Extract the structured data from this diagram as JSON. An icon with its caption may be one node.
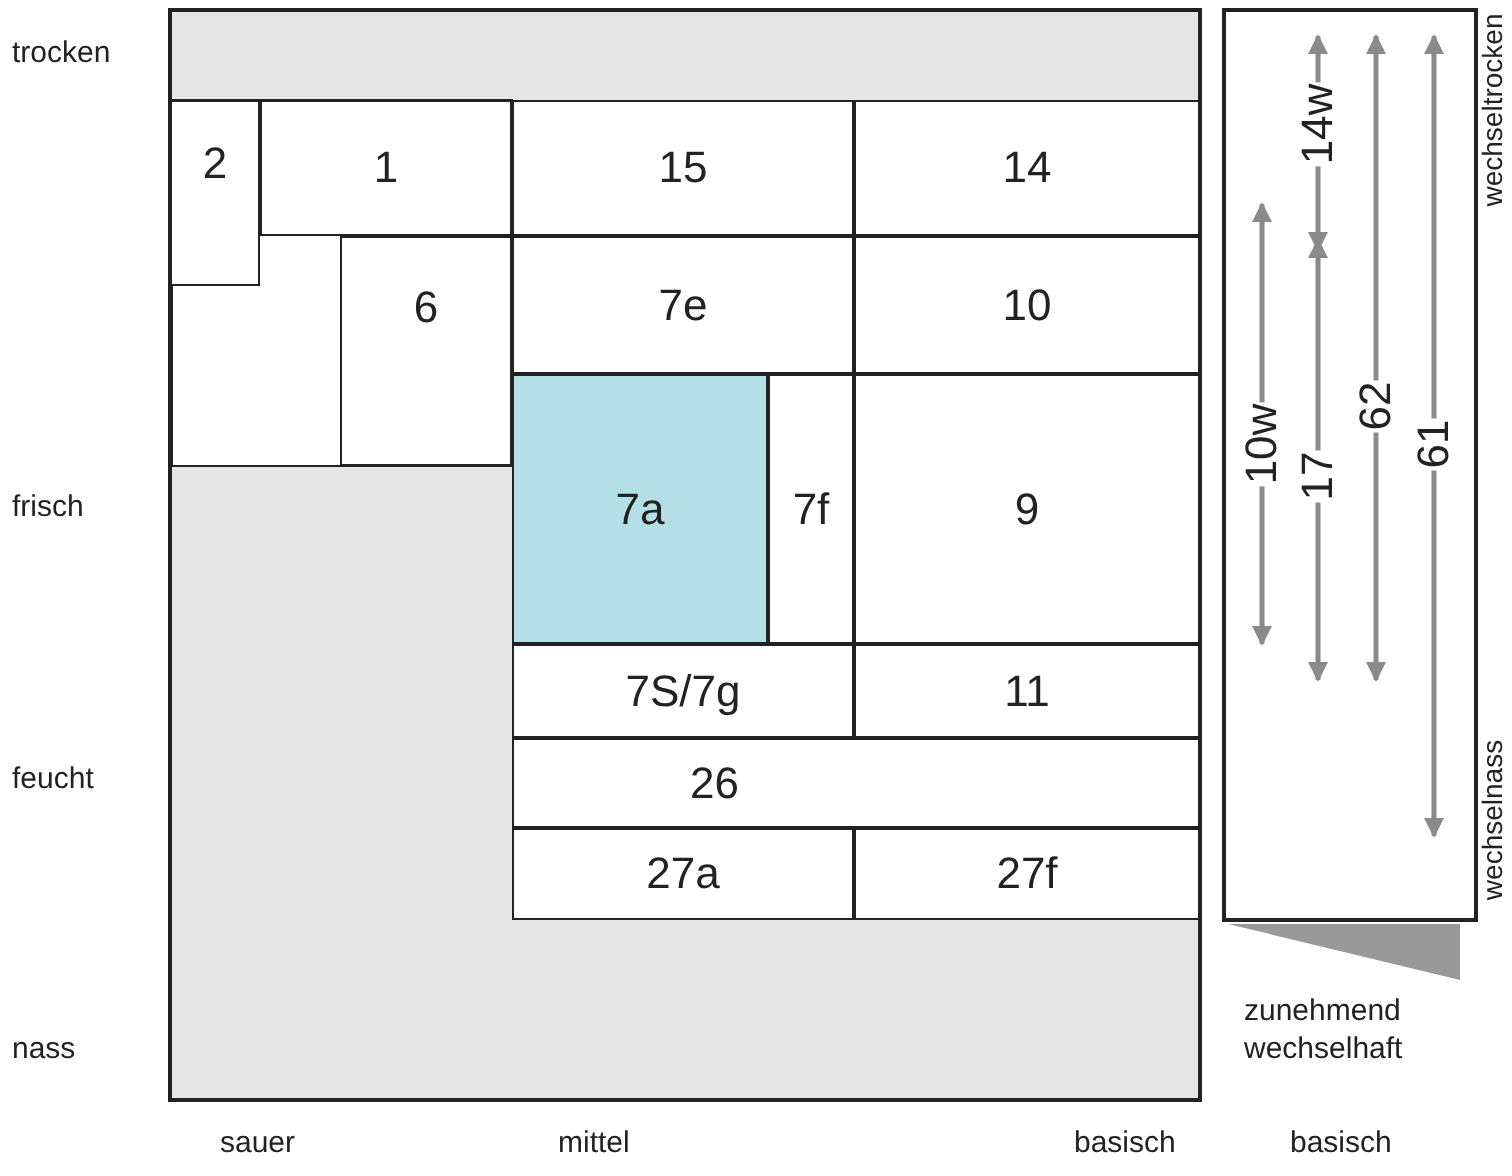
{
  "diagram": {
    "nodes": [
      {
        "text": [
          "2"
        ]
      },
      {
        "text": [
          "1"
        ]
      },
      {
        "text": [
          "15"
        ]
      },
      {
        "text": [
          "14"
        ]
      },
      {
        "text": [
          "6"
        ]
      },
      {
        "text": [
          "7e"
        ]
      },
      {
        "text": [
          "10"
        ]
      },
      {
        "text": [
          "7a"
        ]
      },
      {
        "text": [
          "7f"
        ]
      },
      {
        "text": [
          "9"
        ]
      },
      {
        "text": [
          "7S/7g"
        ]
      },
      {
        "text": [
          "11"
        ]
      },
      {
        "text": [
          "26"
        ]
      },
      {
        "text": [
          "27a"
        ]
      },
      {
        "text": [
          "27f"
        ]
      }
    ],
    "labels": [
      "trocken",
      "frisch",
      "feucht",
      "nass",
      "sauer",
      "mittel",
      "basisch",
      "basisch",
      "wechseltrocken",
      "wechselnass",
      "10w",
      "17",
      "14w",
      "62",
      "61",
      "zunehmend wechselhaft"
    ]
  }
}
